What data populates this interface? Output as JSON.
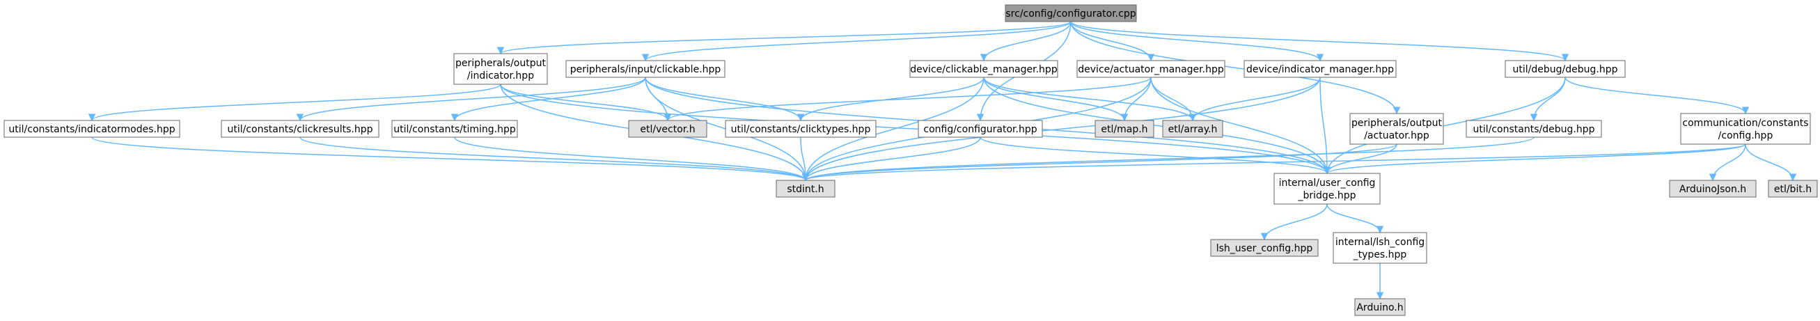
{
  "graph": {
    "colors": {
      "edge": "#63b8ff",
      "node_border": "#666666",
      "root_fill": "#999999",
      "local_fill": "#ffffff",
      "system_fill": "#e0e0e0"
    },
    "nodes": {
      "configurator_cpp": {
        "lines": [
          "src/config/configurator.cpp"
        ],
        "kind": "root"
      },
      "peripherals_output_indicator": {
        "lines": [
          "peripherals/output",
          "/indicator.hpp"
        ],
        "kind": "local"
      },
      "peripherals_input_clickable": {
        "lines": [
          "peripherals/input/clickable.hpp"
        ],
        "kind": "local"
      },
      "device_clickable_manager": {
        "lines": [
          "device/clickable_manager.hpp"
        ],
        "kind": "local"
      },
      "device_actuator_manager": {
        "lines": [
          "device/actuator_manager.hpp"
        ],
        "kind": "local"
      },
      "device_indicator_manager": {
        "lines": [
          "device/indicator_manager.hpp"
        ],
        "kind": "local"
      },
      "util_debug_debug": {
        "lines": [
          "util/debug/debug.hpp"
        ],
        "kind": "local"
      },
      "util_constants_indicatormodes": {
        "lines": [
          "util/constants/indicatormodes.hpp"
        ],
        "kind": "local"
      },
      "util_constants_clickresults": {
        "lines": [
          "util/constants/clickresults.hpp"
        ],
        "kind": "local"
      },
      "util_constants_timing": {
        "lines": [
          "util/constants/timing.hpp"
        ],
        "kind": "local"
      },
      "etl_vector": {
        "lines": [
          "etl/vector.h"
        ],
        "kind": "system"
      },
      "util_constants_clicktypes": {
        "lines": [
          "util/constants/clicktypes.hpp"
        ],
        "kind": "local"
      },
      "config_configurator": {
        "lines": [
          "config/configurator.hpp"
        ],
        "kind": "local"
      },
      "etl_map": {
        "lines": [
          "etl/map.h"
        ],
        "kind": "system"
      },
      "etl_array": {
        "lines": [
          "etl/array.h"
        ],
        "kind": "system"
      },
      "peripherals_output_actuator": {
        "lines": [
          "peripherals/output",
          "/actuator.hpp"
        ],
        "kind": "local"
      },
      "util_constants_debug": {
        "lines": [
          "util/constants/debug.hpp"
        ],
        "kind": "local"
      },
      "communication_constants_config": {
        "lines": [
          "communication/constants",
          "/config.hpp"
        ],
        "kind": "local"
      },
      "stdint": {
        "lines": [
          "stdint.h"
        ],
        "kind": "system"
      },
      "internal_user_config_bridge": {
        "lines": [
          "internal/user_config",
          "_bridge.hpp"
        ],
        "kind": "local"
      },
      "arduinojson": {
        "lines": [
          "ArduinoJson.h"
        ],
        "kind": "system"
      },
      "etl_bit": {
        "lines": [
          "etl/bit.h"
        ],
        "kind": "system"
      },
      "lsh_user_config": {
        "lines": [
          "lsh_user_config.hpp"
        ],
        "kind": "system"
      },
      "internal_lsh_config_types": {
        "lines": [
          "internal/lsh_config",
          "_types.hpp"
        ],
        "kind": "local"
      },
      "arduino": {
        "lines": [
          "Arduino.h"
        ],
        "kind": "system"
      }
    },
    "edges": [
      [
        "configurator_cpp",
        "peripherals_output_indicator"
      ],
      [
        "configurator_cpp",
        "peripherals_input_clickable"
      ],
      [
        "configurator_cpp",
        "config_configurator"
      ],
      [
        "configurator_cpp",
        "device_clickable_manager"
      ],
      [
        "configurator_cpp",
        "device_actuator_manager"
      ],
      [
        "configurator_cpp",
        "device_indicator_manager"
      ],
      [
        "configurator_cpp",
        "peripherals_output_actuator"
      ],
      [
        "configurator_cpp",
        "util_debug_debug"
      ],
      [
        "peripherals_output_indicator",
        "util_constants_indicatormodes"
      ],
      [
        "peripherals_output_indicator",
        "etl_vector"
      ],
      [
        "peripherals_output_indicator",
        "stdint"
      ],
      [
        "peripherals_output_indicator",
        "internal_user_config_bridge"
      ],
      [
        "peripherals_input_clickable",
        "util_constants_clickresults"
      ],
      [
        "peripherals_input_clickable",
        "util_constants_timing"
      ],
      [
        "peripherals_input_clickable",
        "etl_vector"
      ],
      [
        "peripherals_input_clickable",
        "util_constants_clicktypes"
      ],
      [
        "peripherals_input_clickable",
        "stdint"
      ],
      [
        "peripherals_input_clickable",
        "internal_user_config_bridge"
      ],
      [
        "device_clickable_manager",
        "util_constants_clicktypes"
      ],
      [
        "device_clickable_manager",
        "etl_map"
      ],
      [
        "device_clickable_manager",
        "etl_array"
      ],
      [
        "device_clickable_manager",
        "stdint"
      ],
      [
        "device_clickable_manager",
        "internal_user_config_bridge"
      ],
      [
        "device_actuator_manager",
        "etl_vector"
      ],
      [
        "device_actuator_manager",
        "etl_map"
      ],
      [
        "device_actuator_manager",
        "etl_array"
      ],
      [
        "device_actuator_manager",
        "stdint"
      ],
      [
        "device_actuator_manager",
        "internal_user_config_bridge"
      ],
      [
        "device_indicator_manager",
        "etl_array"
      ],
      [
        "device_indicator_manager",
        "stdint"
      ],
      [
        "device_indicator_manager",
        "internal_user_config_bridge"
      ],
      [
        "util_debug_debug",
        "util_constants_debug"
      ],
      [
        "util_debug_debug",
        "communication_constants_config"
      ],
      [
        "util_debug_debug",
        "internal_user_config_bridge"
      ],
      [
        "util_constants_indicatormodes",
        "stdint"
      ],
      [
        "util_constants_clickresults",
        "stdint"
      ],
      [
        "util_constants_timing",
        "stdint"
      ],
      [
        "util_constants_clicktypes",
        "stdint"
      ],
      [
        "config_configurator",
        "stdint"
      ],
      [
        "config_configurator",
        "internal_user_config_bridge"
      ],
      [
        "peripherals_output_actuator",
        "stdint"
      ],
      [
        "peripherals_output_actuator",
        "internal_user_config_bridge"
      ],
      [
        "util_constants_debug",
        "stdint"
      ],
      [
        "communication_constants_config",
        "arduinojson"
      ],
      [
        "communication_constants_config",
        "etl_bit"
      ],
      [
        "communication_constants_config",
        "stdint"
      ],
      [
        "communication_constants_config",
        "internal_user_config_bridge"
      ],
      [
        "internal_user_config_bridge",
        "lsh_user_config"
      ],
      [
        "internal_user_config_bridge",
        "internal_lsh_config_types"
      ],
      [
        "internal_lsh_config_types",
        "arduino"
      ]
    ]
  }
}
